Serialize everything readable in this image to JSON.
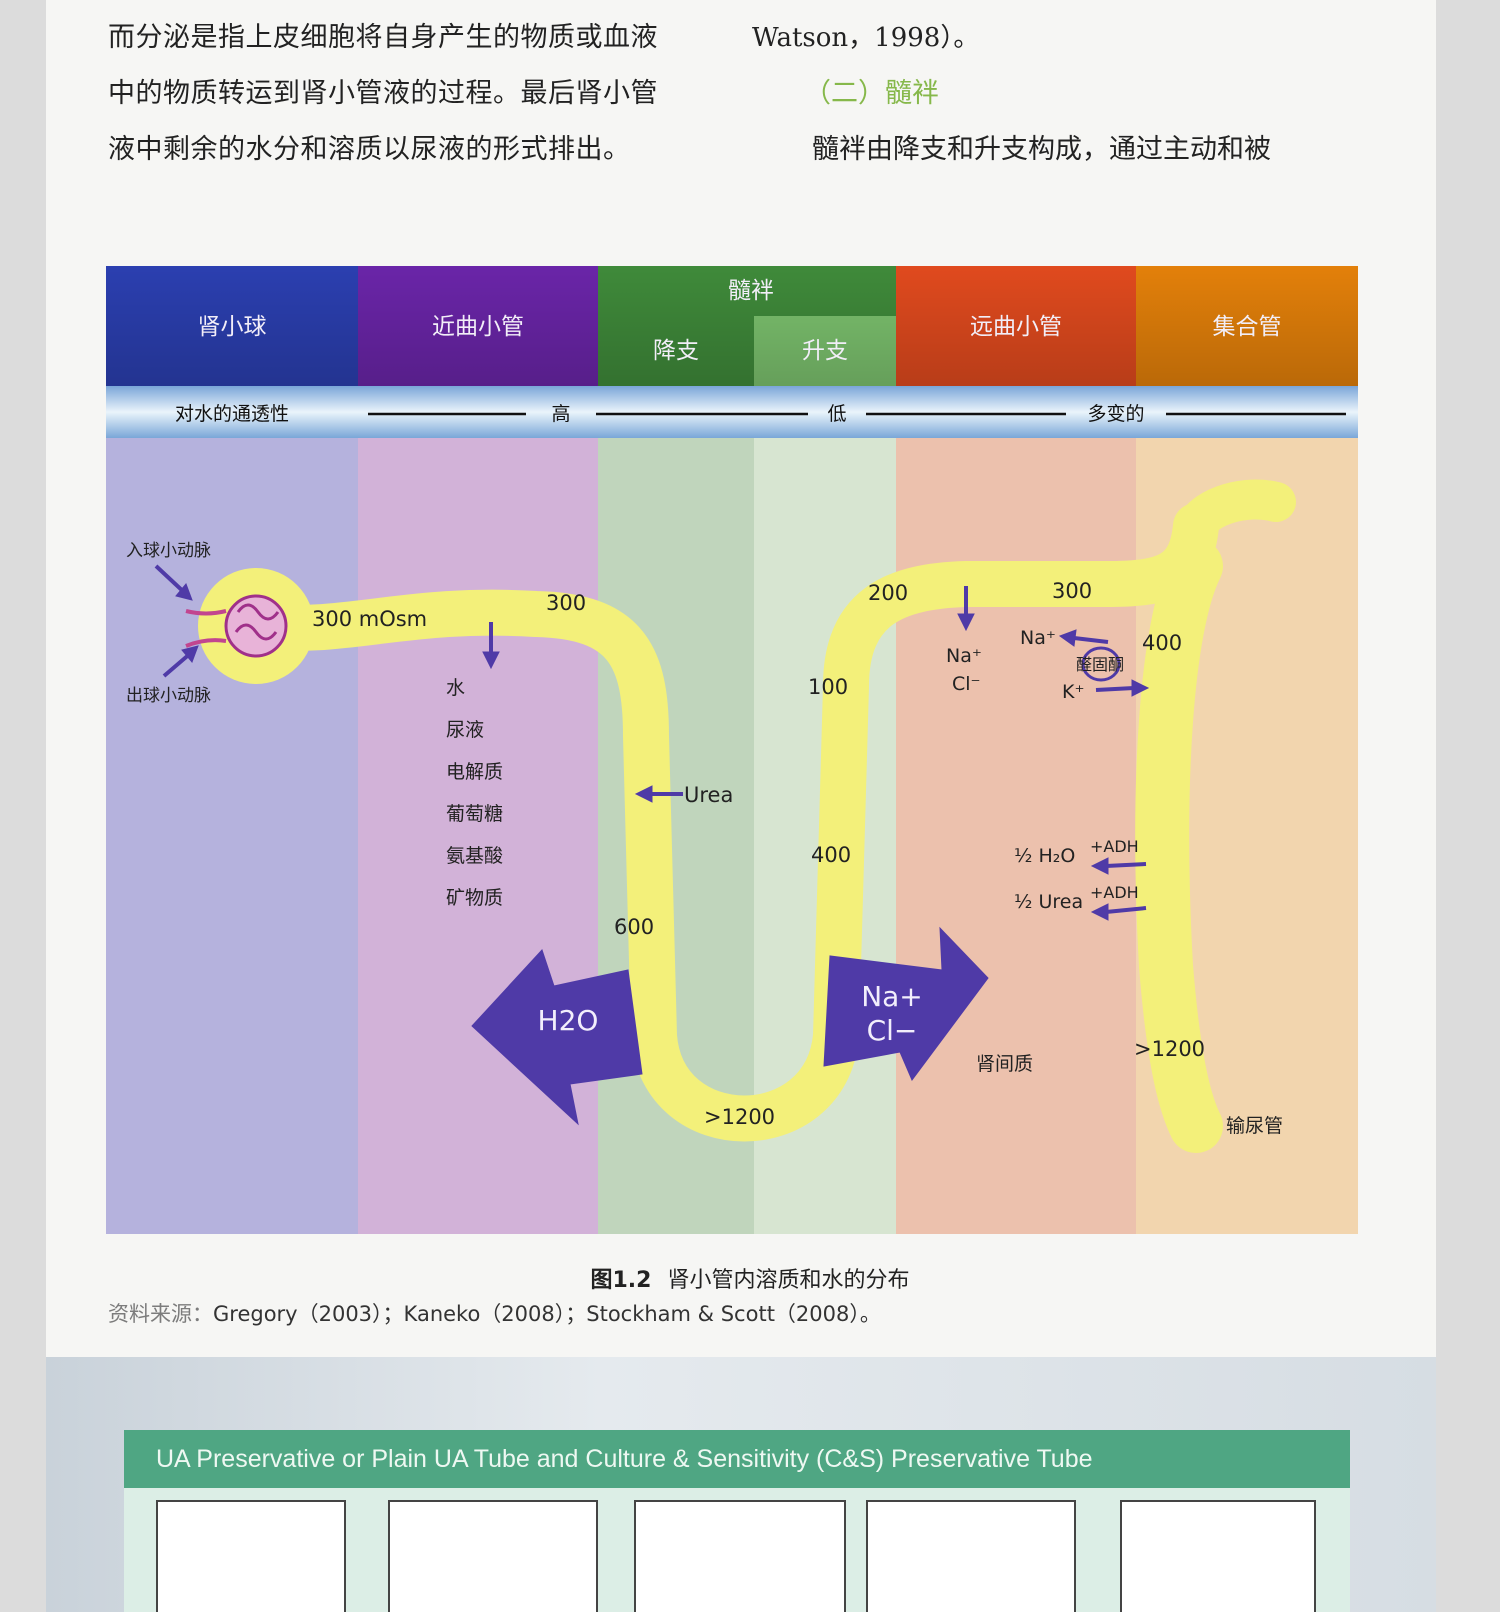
{
  "intro": {
    "left_lines": [
      "而分泌是指上皮细胞将自身产生的物质或血液",
      "中的物质转运到肾小管液的过程。最后肾小管",
      "液中剩余的水分和溶质以尿液的形式排出。"
    ],
    "right_citation": "Watson，1998）。",
    "section_heading": "（二）髓袢",
    "right_line": "髓袢由降支和升支构成，通过主动和被"
  },
  "figure": {
    "segments": {
      "glomerulus": "肾小球",
      "pct": "近曲小管",
      "loop": "髓袢",
      "descending": "降支",
      "ascending": "升支",
      "dct": "远曲小管",
      "collecting": "集合管"
    },
    "permeability": {
      "label": "对水的通透性",
      "high": "高",
      "low": "低",
      "variable": "多变的"
    },
    "labels": {
      "afferent": "入球小动脉",
      "efferent": "出球小动脉",
      "osm_start": "300 mOsm",
      "osm_pct": "300",
      "osm_desc_600": "600",
      "osm_bottom": ">1200",
      "osm_asc_400": "400",
      "osm_asc_100": "100",
      "osm_dct_200": "200",
      "osm_dct_300": "300",
      "osm_cd_400": "400",
      "osm_cd_1200": ">1200",
      "reabsorbed": [
        "水",
        "尿液",
        "电解质",
        "葡萄糖",
        "氨基酸",
        "矿物质"
      ],
      "urea": "Urea",
      "water_arrow": "H2O",
      "na_arrow": "Na+",
      "cl_arrow": "Cl−",
      "interstitium": "肾间质",
      "dct_na": "Na⁺",
      "dct_cl": "Cl⁻",
      "cd_na": "Na⁺",
      "aldosterone": "醛固酮",
      "cd_k": "K⁺",
      "cd_h2o": "½ H₂O",
      "cd_urea": "½ Urea",
      "adh": "+ADH",
      "ureter": "输尿管"
    },
    "colors": {
      "glomerulus": "#2b3fb0",
      "pct": "#6a25a8",
      "loop_dark": "#3f8a3a",
      "loop_light": "#7cc26e",
      "dct": "#e04a1e",
      "collecting": "#e3800a",
      "tubule": "#f3f07a",
      "arrow": "#4f3aa7"
    }
  },
  "caption": {
    "number": "图1.2",
    "text": "肾小管内溶质和水的分布"
  },
  "source": {
    "label": "资料来源：",
    "text": "Gregory（2003）；Kaneko（2008）；Stockham & Scott（2008）。"
  },
  "bottom": {
    "title": "UA Preservative or Plain UA Tube and Culture & Sensitivity (C&S) Preservative Tube"
  }
}
